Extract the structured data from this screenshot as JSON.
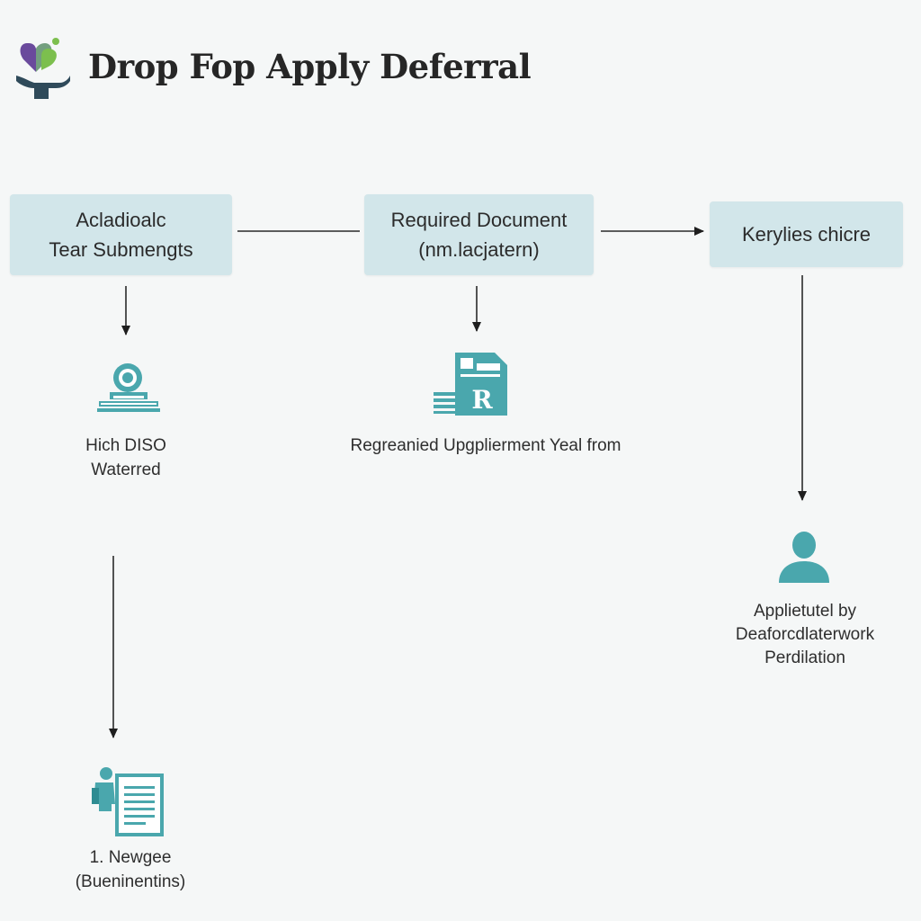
{
  "header": {
    "title": "Drop Fop Apply Deferral",
    "logo_icon": "hands-heart-logo-icon"
  },
  "colors": {
    "box_fill": "#d2e6ea",
    "icon_teal": "#4aa7ad",
    "logo_purple": "#6a4a9c",
    "logo_green": "#7cbf4e",
    "logo_dark": "#2f4a5a"
  },
  "boxes": [
    {
      "line1": "Acladioalc",
      "line2": "Tear Submengts"
    },
    {
      "line1": "Required Document",
      "line2": "(nm.lacjatern)"
    },
    {
      "line1": "Kerylies chicre"
    }
  ],
  "outcomes": [
    {
      "icon": "webcam-stand-icon",
      "line1": "Hich DISO",
      "line2": "Waterred"
    },
    {
      "icon": "document-r-icon",
      "line1": "Regreanied Upgplierment Yeal from"
    },
    {
      "icon": "person-icon",
      "line1": "Applietutel by",
      "line2": "Deaforcdlaterwork",
      "line3": "Perdilation"
    },
    {
      "icon": "person-document-icon",
      "line1": "1. Newgee",
      "line2": "(Bueninentins)"
    }
  ]
}
